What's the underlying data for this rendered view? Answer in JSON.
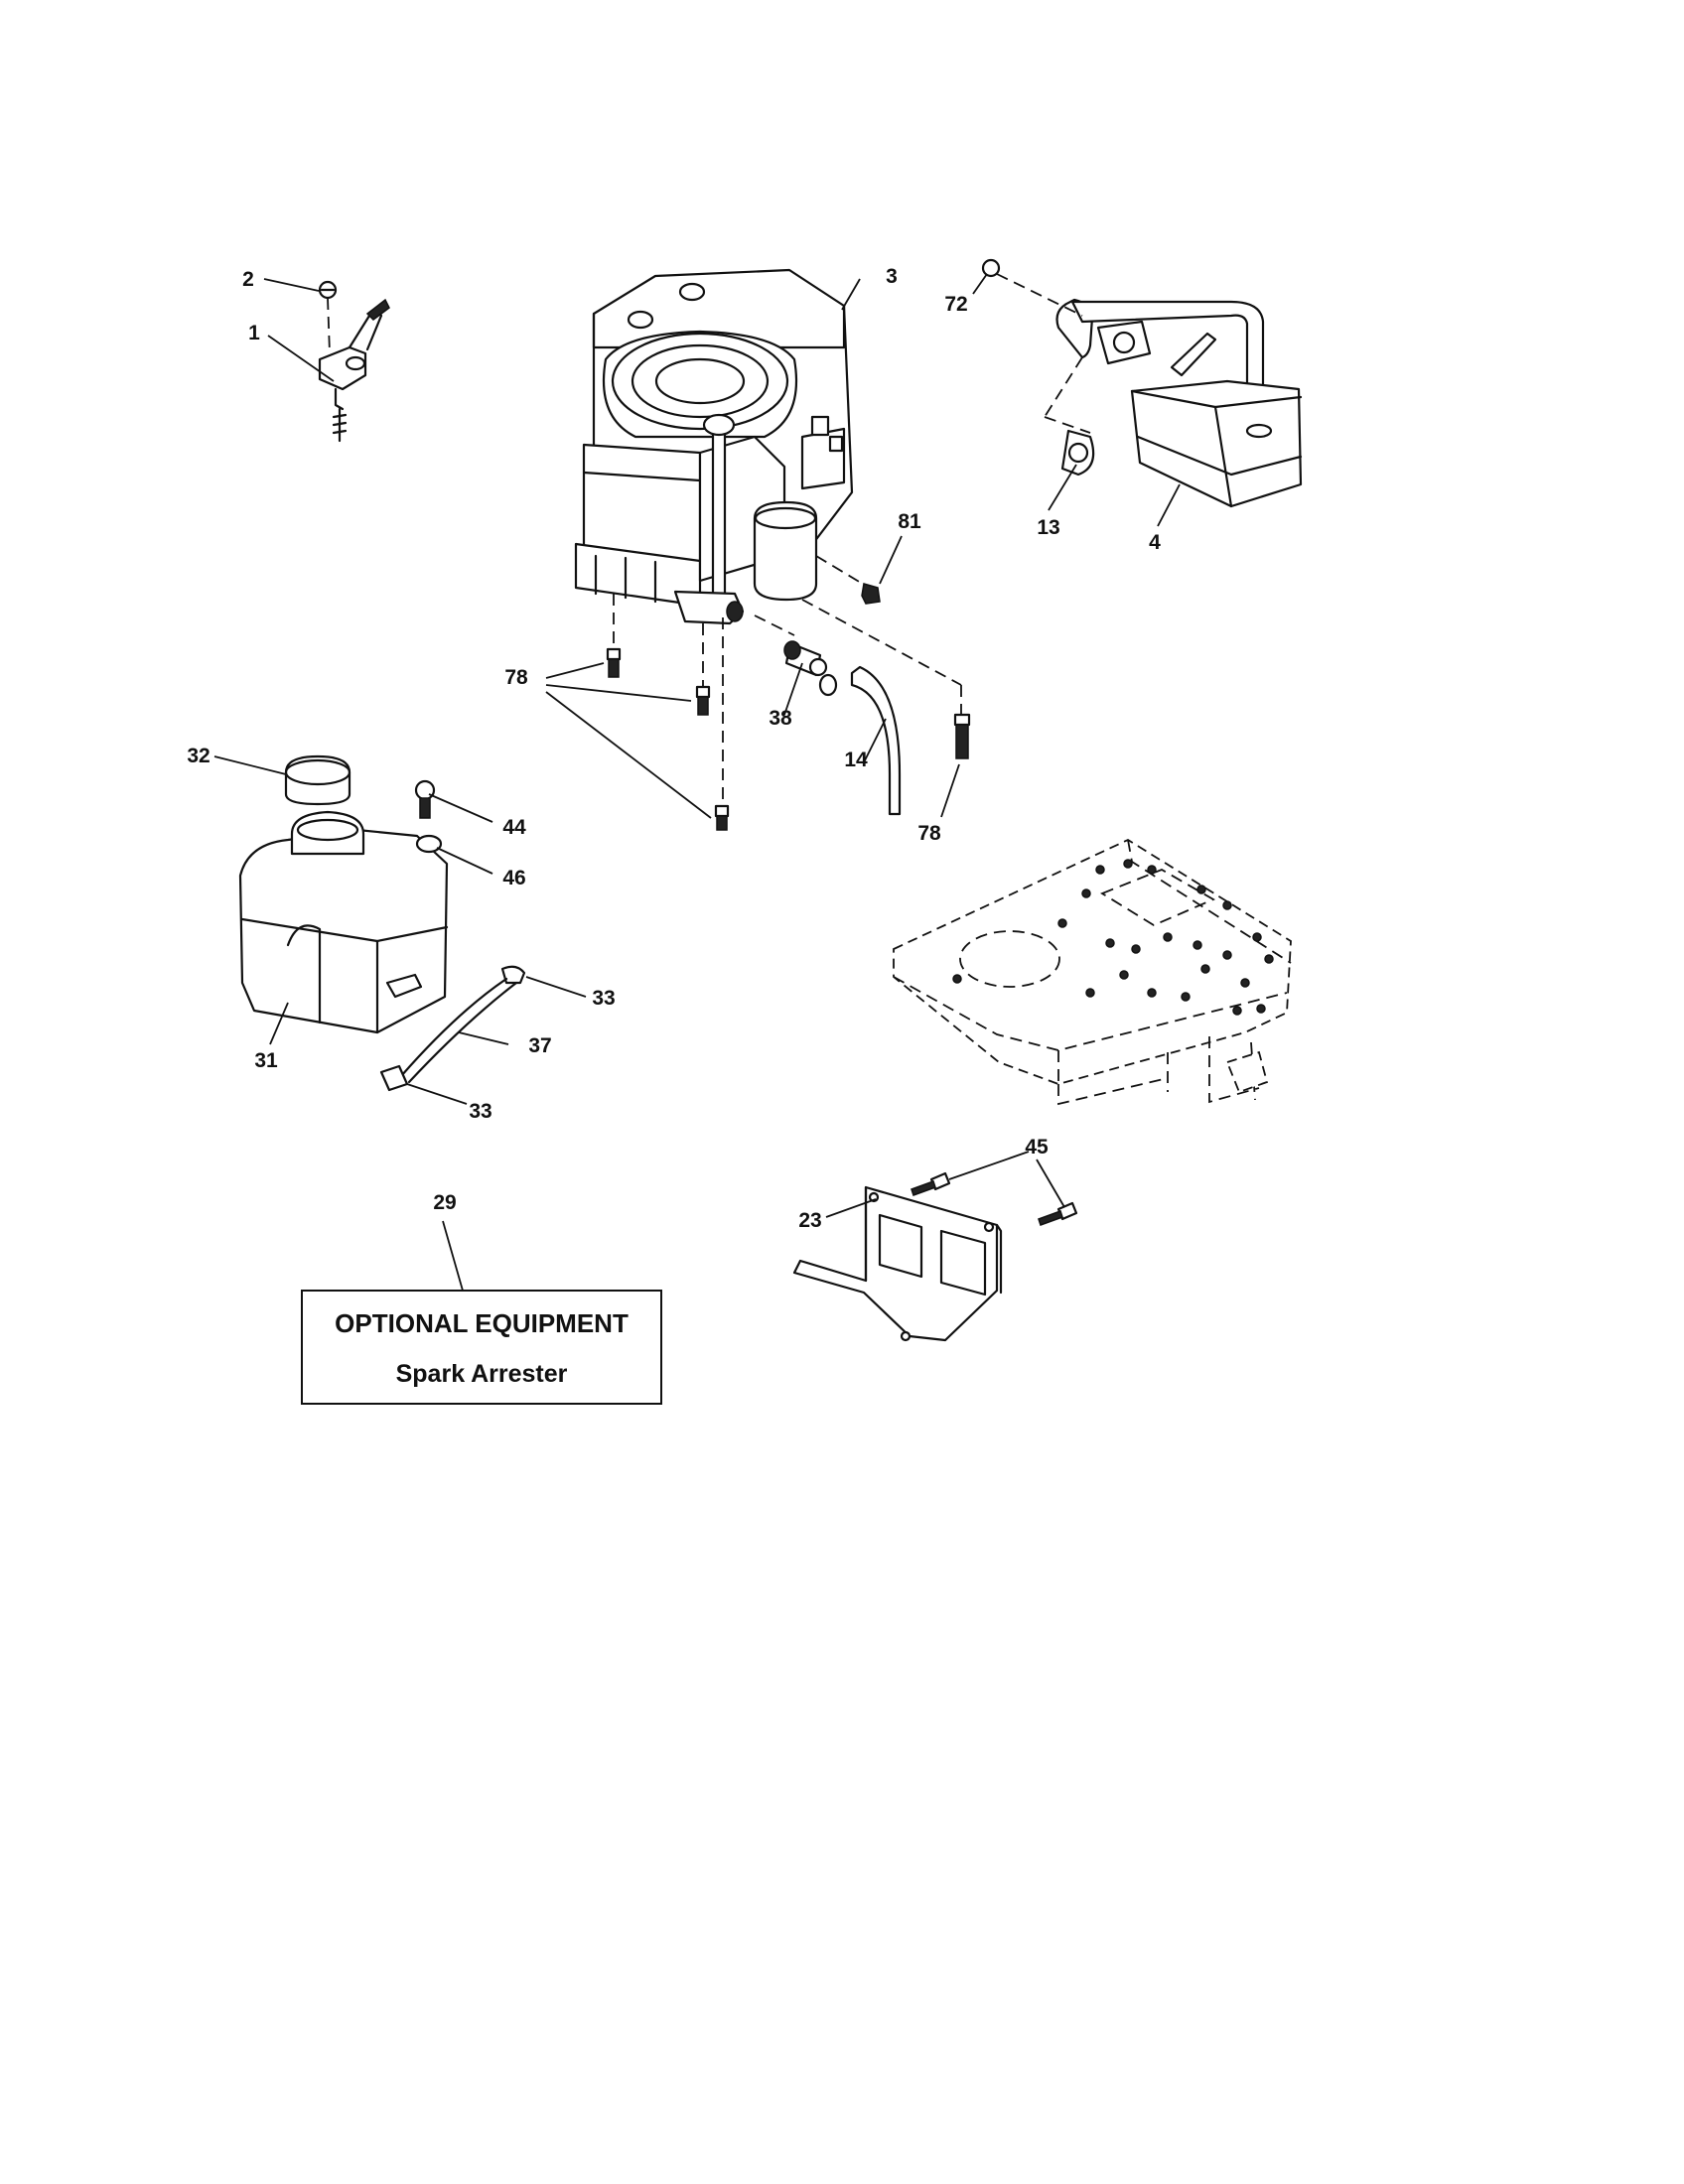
{
  "callouts": {
    "c1": "1",
    "c2": "2",
    "c3": "3",
    "c4": "4",
    "c13": "13",
    "c14": "14",
    "c23": "23",
    "c29": "29",
    "c31": "31",
    "c32": "32",
    "c33a": "33",
    "c33b": "33",
    "c37": "37",
    "c38": "38",
    "c44": "44",
    "c45": "45",
    "c46": "46",
    "c72": "72",
    "c78a": "78",
    "c78b": "78",
    "c81": "81"
  },
  "optional_box": {
    "title": "OPTIONAL EQUIPMENT",
    "subtitle": "Spark Arrester"
  }
}
